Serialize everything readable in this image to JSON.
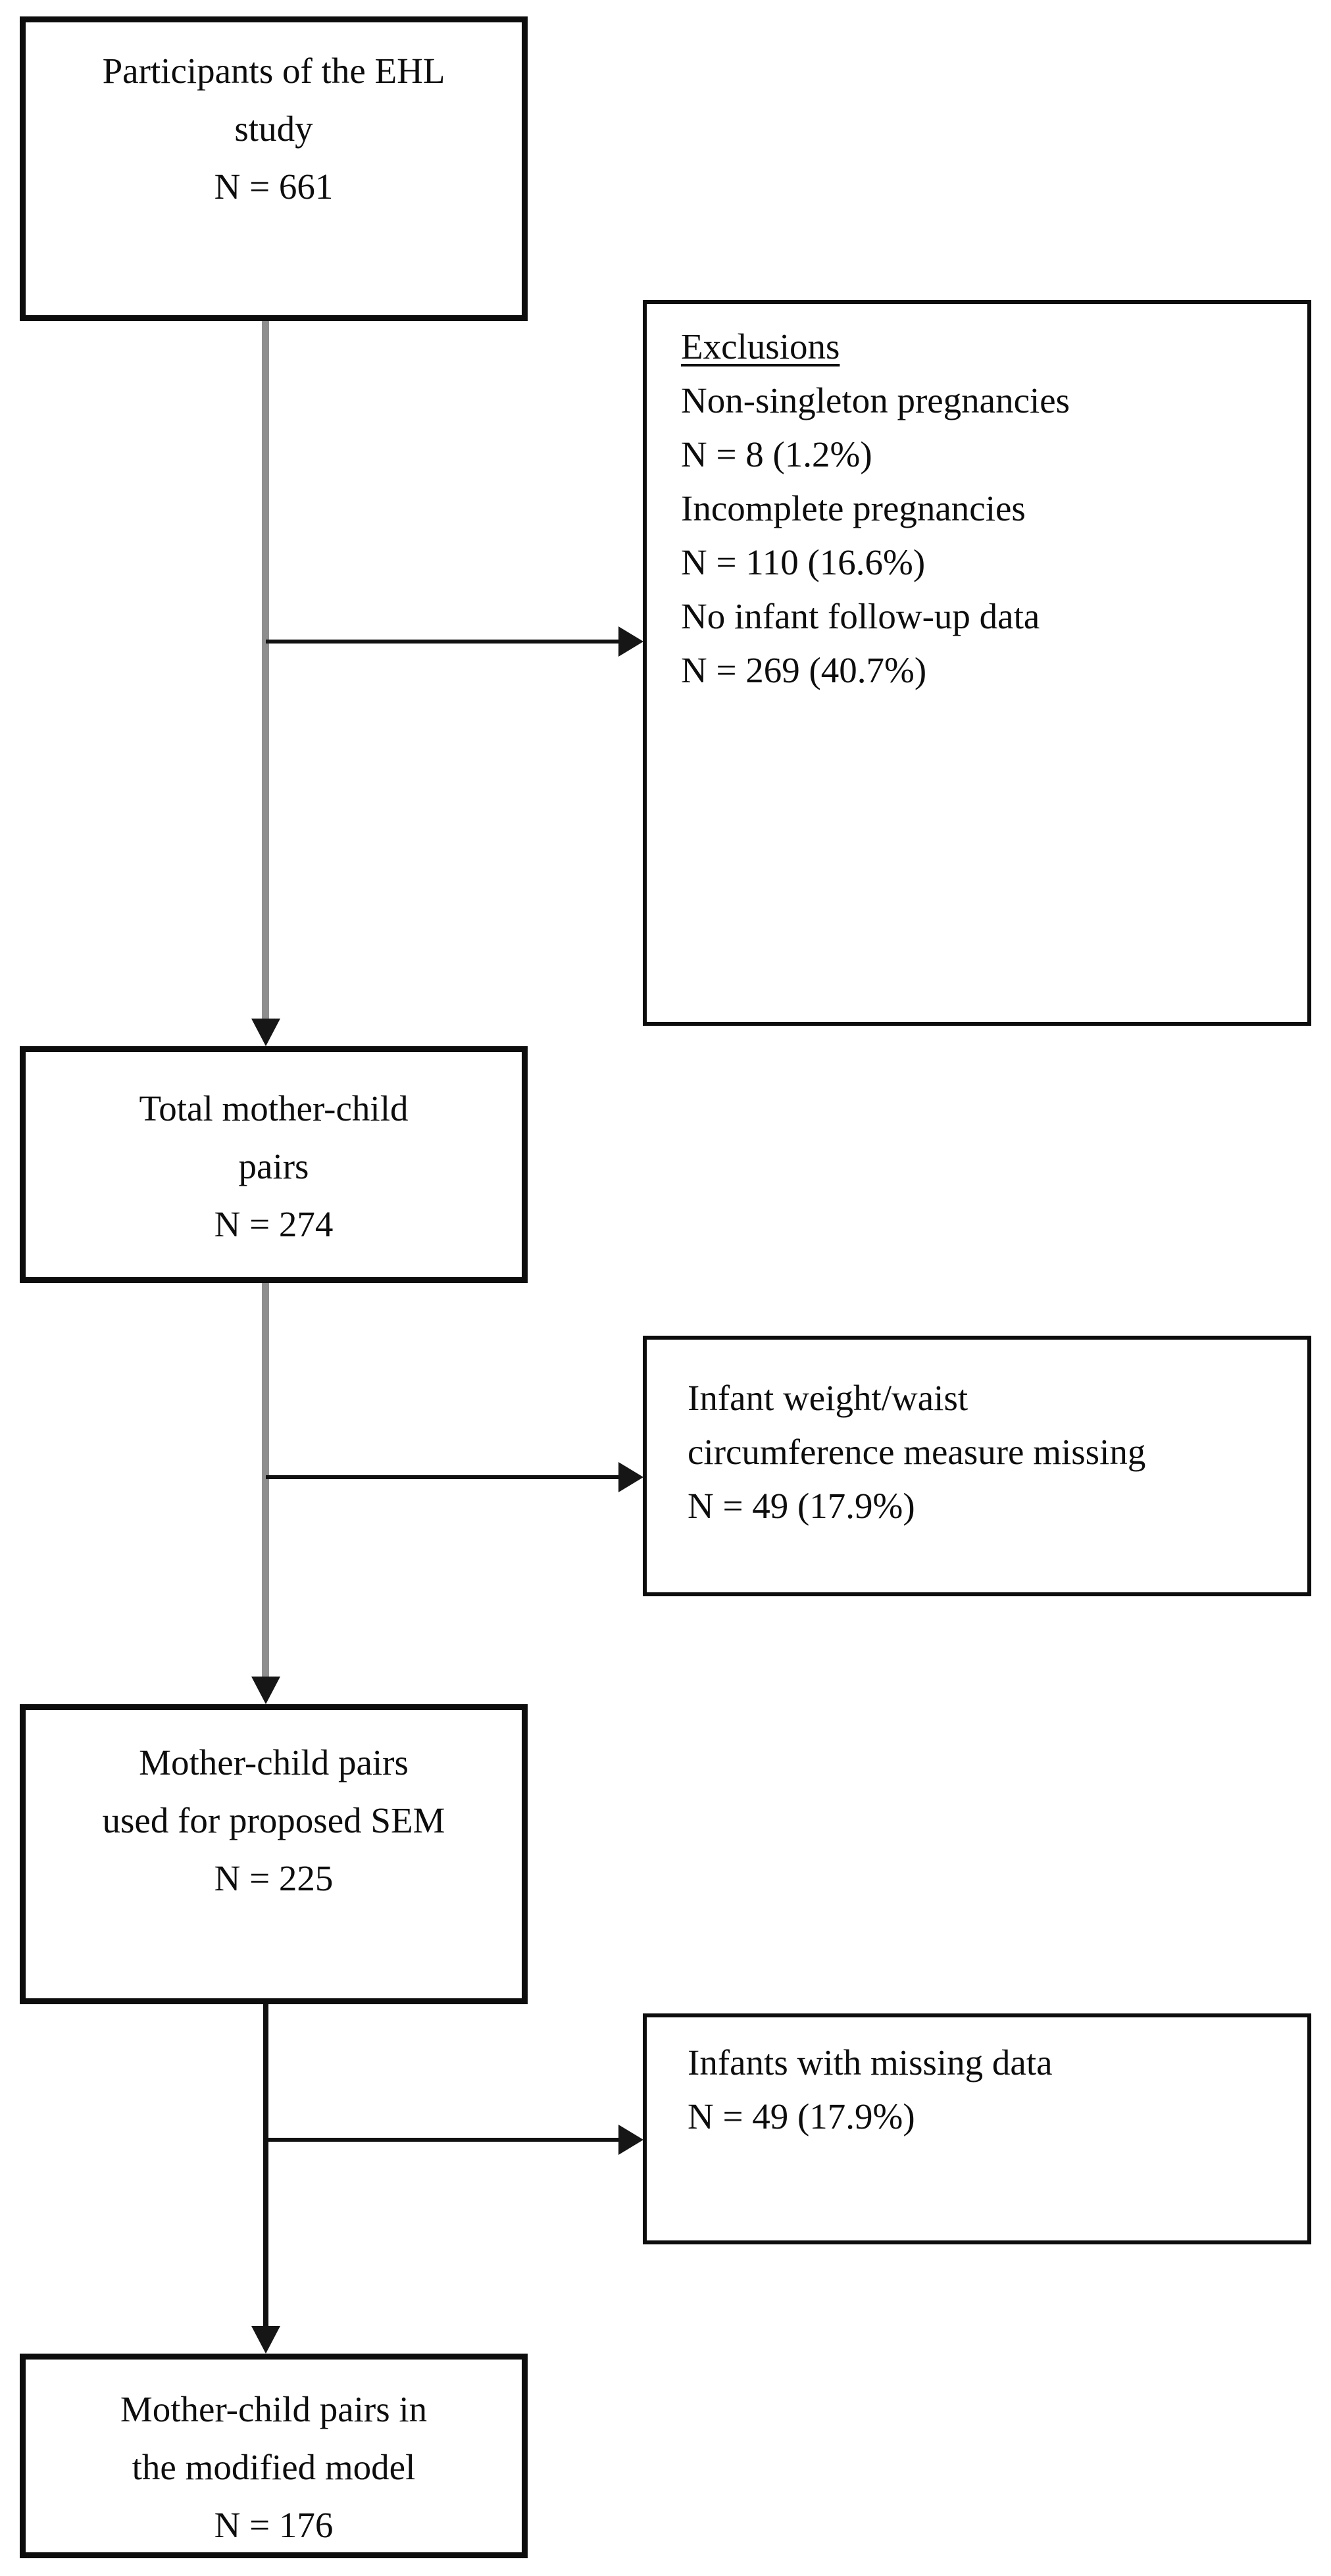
{
  "figure": {
    "type": "study-flow-diagram",
    "background_color": "#ffffff",
    "box_border_color": "#0d0d0d",
    "connector_gray_color": "#8e8e8e",
    "connector_black_color": "#111111",
    "arrowhead_color": "#161616"
  },
  "boxes": {
    "participants": {
      "lines": [
        "Participants of the EHL",
        "study",
        "N = 661"
      ]
    },
    "exclusions": {
      "heading": "Exclusions",
      "lines": [
        "Non-singleton pregnancies",
        "N = 8 (1.2%)",
        "Incomplete pregnancies",
        "N = 110 (16.6%)",
        "No infant follow-up data",
        "N = 269 (40.7%)"
      ]
    },
    "total_pairs": {
      "lines": [
        "Total mother-child",
        "pairs",
        "N = 274"
      ]
    },
    "weight_missing": {
      "lines": [
        "Infant weight/waist",
        "circumference measure missing",
        "N = 49 (17.9%)"
      ]
    },
    "sem_pairs": {
      "lines": [
        "Mother-child pairs",
        "used for proposed SEM",
        "N = 225"
      ]
    },
    "infants_missing": {
      "lines": [
        "Infants with missing data",
        "N = 49 (17.9%)"
      ]
    },
    "modified_model": {
      "lines": [
        "Mother-child pairs in",
        "the modified model",
        "N = 176"
      ]
    }
  }
}
